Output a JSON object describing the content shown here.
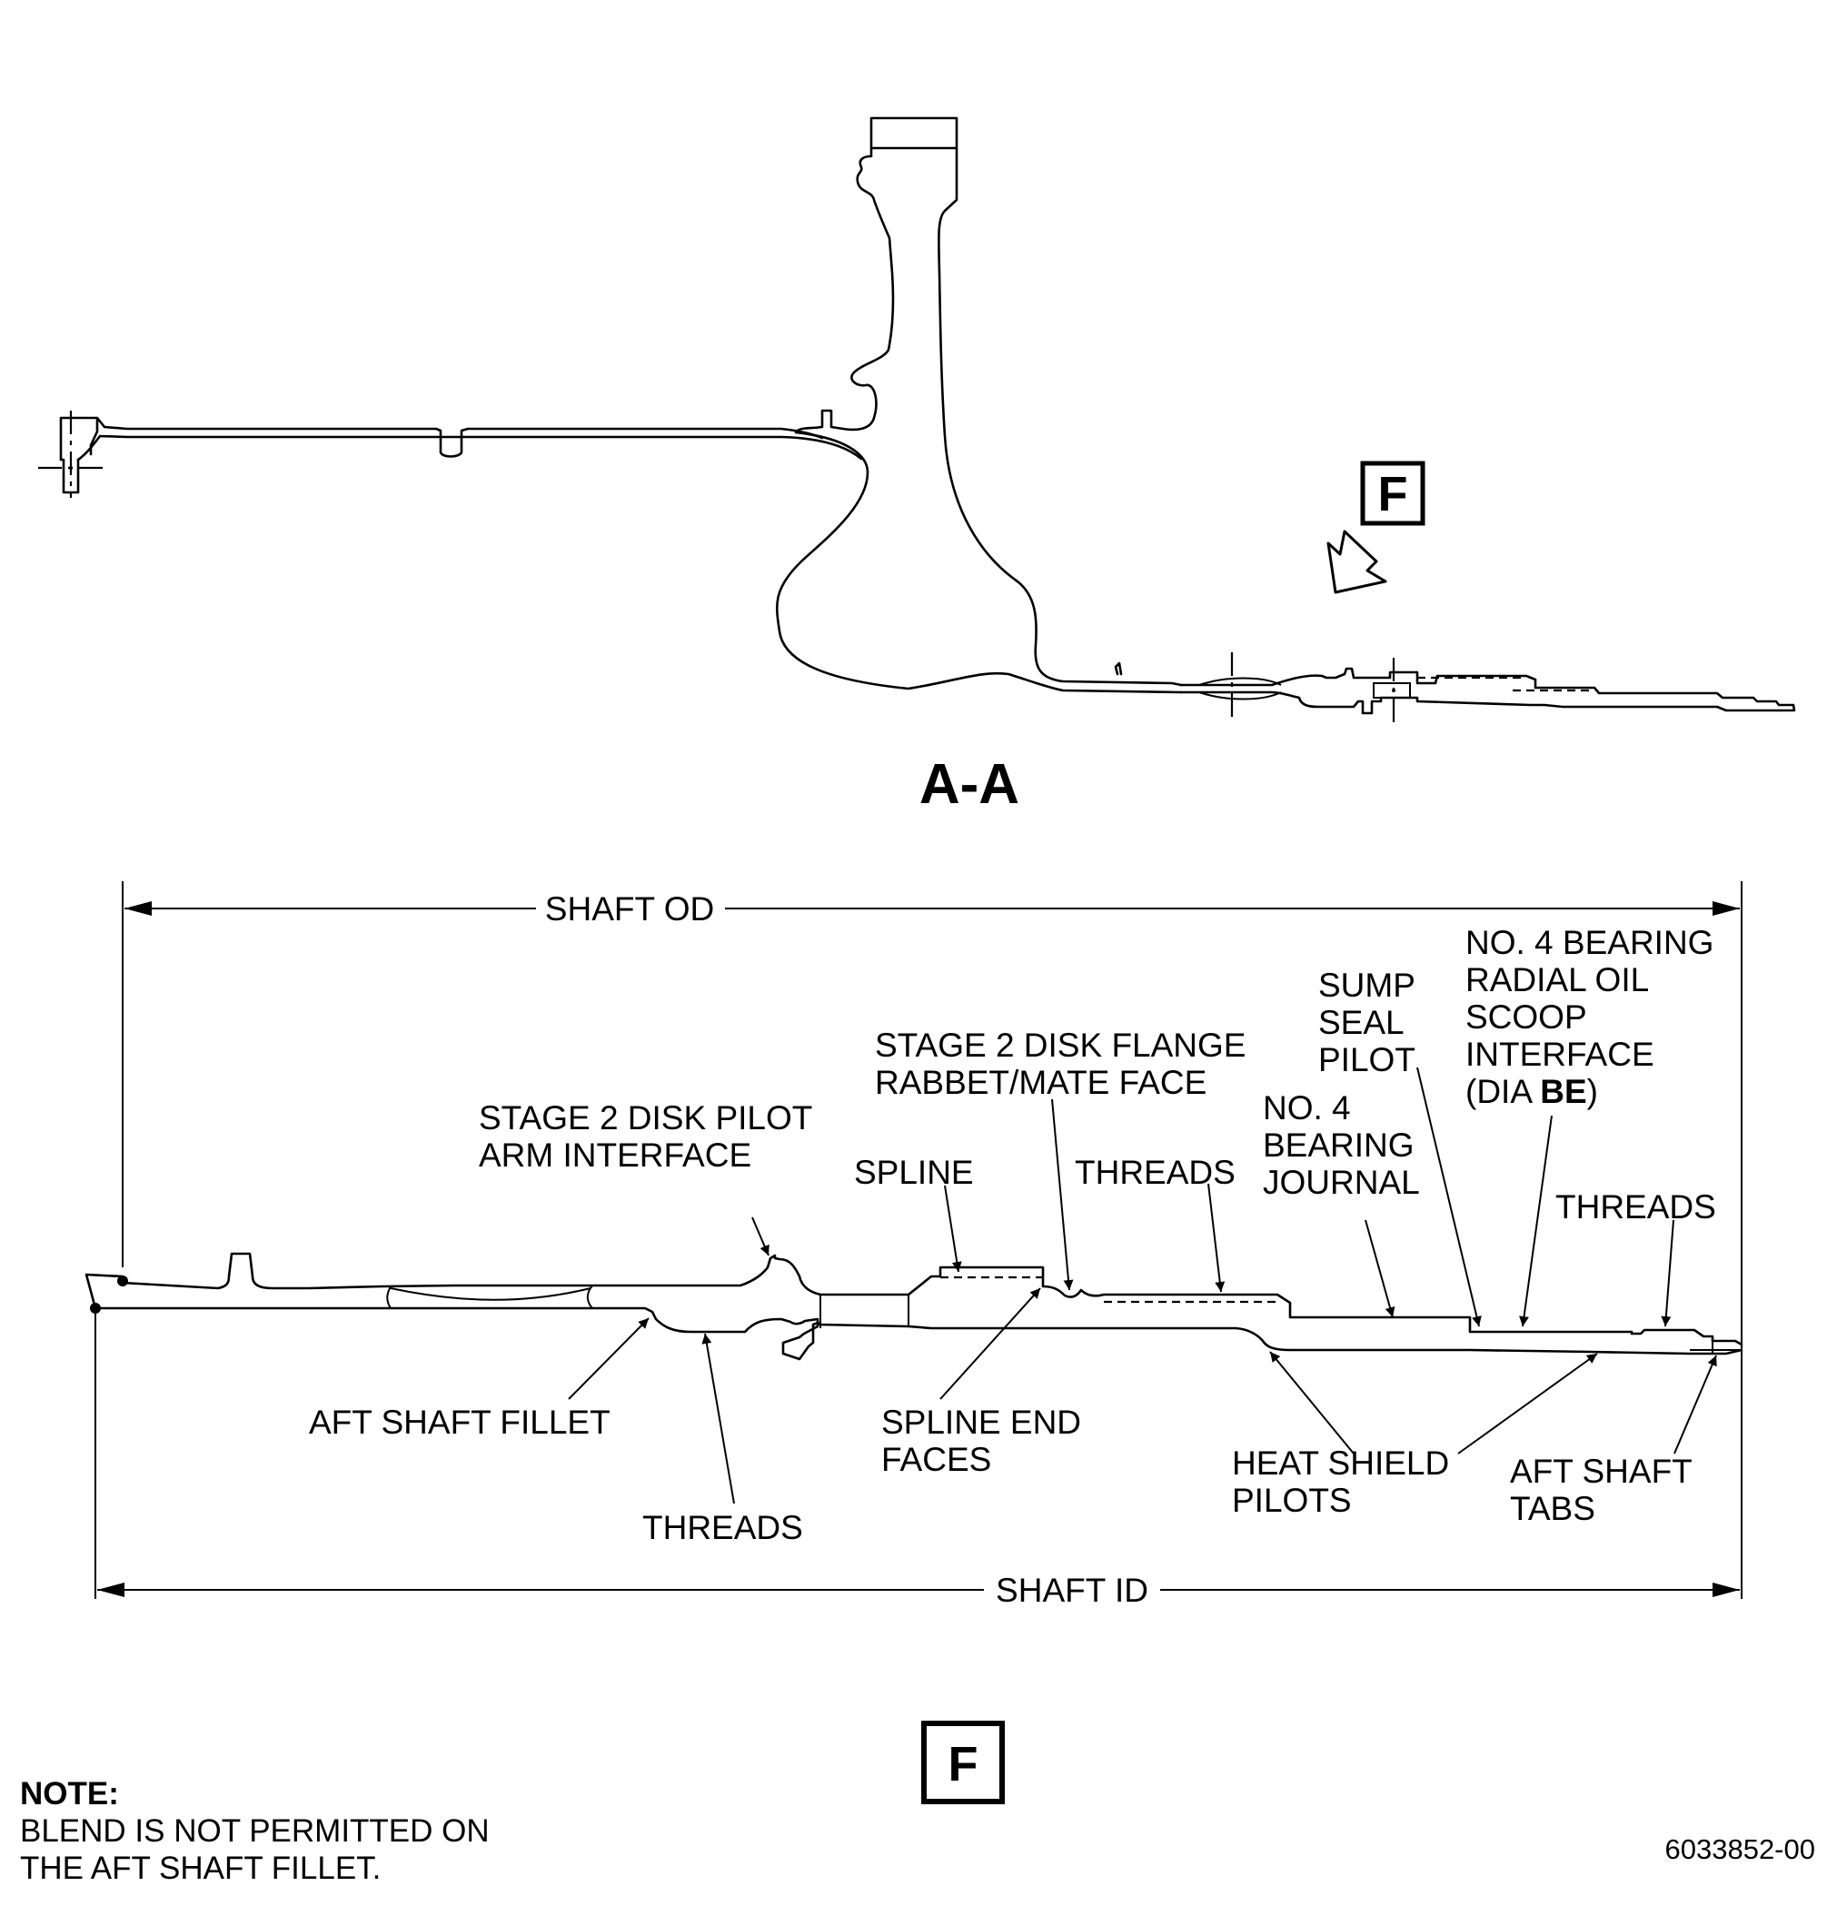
{
  "section_view": {
    "title": "A-A",
    "flag": "F"
  },
  "detail_view": {
    "flag": "F",
    "dimensions": {
      "shaft_od": "SHAFT OD",
      "shaft_id": "SHAFT ID"
    },
    "callouts": {
      "stage2_disk_pilot": [
        "STAGE 2 DISK PILOT",
        "ARM INTERFACE"
      ],
      "aft_shaft_fillet": "AFT SHAFT FILLET",
      "threads_lower": "THREADS",
      "spline": "SPLINE",
      "spline_end_faces": [
        "SPLINE END",
        "FACES"
      ],
      "stage2_disk_flange": [
        "STAGE 2 DISK FLANGE",
        "RABBET/MATE FACE"
      ],
      "threads_upper": "THREADS",
      "no4_bearing_journal": [
        "NO. 4",
        "BEARING",
        "JOURNAL"
      ],
      "sump_seal_pilot": [
        "SUMP",
        "SEAL",
        "PILOT"
      ],
      "no4_bearing_oil_scoop": [
        "NO. 4 BEARING",
        "RADIAL OIL",
        "SCOOP",
        "INTERFACE"
      ],
      "oil_scoop_dia_prefix": "(DIA ",
      "oil_scoop_dia_code": "BE",
      "oil_scoop_dia_suffix": ")",
      "threads_right": "THREADS",
      "heat_shield_pilots": [
        "HEAT SHIELD",
        "PILOTS"
      ],
      "aft_shaft_tabs": [
        "AFT SHAFT",
        "TABS"
      ]
    }
  },
  "note": {
    "heading": "NOTE:",
    "lines": [
      "BLEND IS NOT PERMITTED ON",
      "THE AFT SHAFT FILLET."
    ]
  },
  "figure_number": "6033852-00"
}
